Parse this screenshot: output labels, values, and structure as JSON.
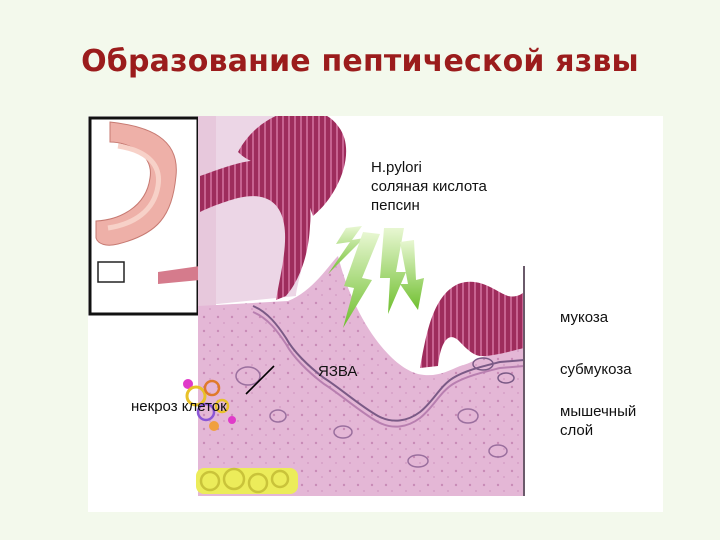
{
  "slide": {
    "title": "Образование пептической язвы"
  },
  "figure": {
    "agents": {
      "line1": "H.pylori",
      "line2": "соляная кислота",
      "line3": "пепсин"
    },
    "layers": {
      "mucosa": "мукоза",
      "submucosa": "субмукоза",
      "muscle_line1": "мышечный",
      "muscle_line2": "слой"
    },
    "ulcer_label": "ЯЗВА",
    "necrosis_label": "некроз клеток"
  },
  "colors": {
    "title": "#9b1c1c",
    "background": "#f3f9ec",
    "mucosa": "#9e2c5c",
    "submucosa": "#e2b3d4",
    "arrows": "#8fd14f",
    "necrosis_yellow": "#ecec5a"
  }
}
